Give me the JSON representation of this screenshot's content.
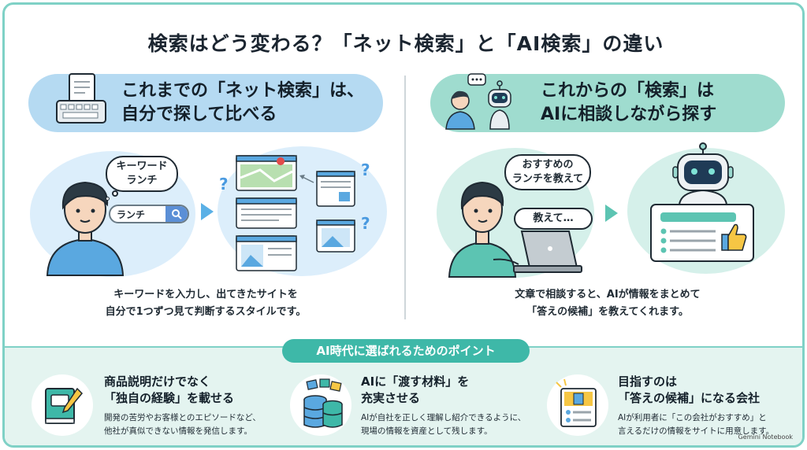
{
  "title": "検索はどう変わる？「ネット検索」と「AI検索」の違い",
  "left": {
    "heading_line1": "これまでの「ネット検索」は、",
    "heading_line2": "自分で探して比べる",
    "thought_bubble_line1": "キーワード",
    "thought_bubble_line2": "ランチ",
    "search_query": "ランチ",
    "desc_line1": "キーワードを入力し、出てきたサイトを",
    "desc_line2": "自分で1つずつ見て判断するスタイルです。"
  },
  "right": {
    "heading_line1": "これからの「検索」は",
    "heading_line2": "AIに相談しながら探す",
    "speech_bubble_line1": "おすすめの",
    "speech_bubble_line2": "ランチを教えて",
    "typing_bubble": "教えて…",
    "desc_line1": "文章で相談すると、AIが情報をまとめて",
    "desc_line2": "「答えの候補」を教えてくれます。"
  },
  "points_banner": "AI時代に選ばれるためのポイント",
  "points": [
    {
      "icon": "book-pen-icon",
      "title_line1": "商品説明だけでなく",
      "title_line2": "「独自の経験」を載せる",
      "desc_line1": "開発の苦労やお客様とのエピソードなど、",
      "desc_line2": "他社が真似できない情報を発信します。"
    },
    {
      "icon": "database-icon",
      "title_line1": "AIに「渡す材料」を",
      "title_line2": "充実させる",
      "desc_line1": "AIが自社を正しく理解し紹介できるように、",
      "desc_line2": "現場の情報を資産として残します。"
    },
    {
      "icon": "company-card-icon",
      "title_line1": "目指すのは",
      "title_line2": "「答えの候補」になる会社",
      "desc_line1": "AIが利用者に「この会社がおすすめ」と",
      "desc_line2": "言えるだけの情報をサイトに用意します。"
    }
  ],
  "credit": "Gemini Notebook",
  "colors": {
    "frame": "#7fd1c6",
    "left_pill": "#b5daf2",
    "right_pill": "#9fdccf",
    "banner": "#3eb8a8",
    "bottom_panel": "#e4f4f0"
  }
}
